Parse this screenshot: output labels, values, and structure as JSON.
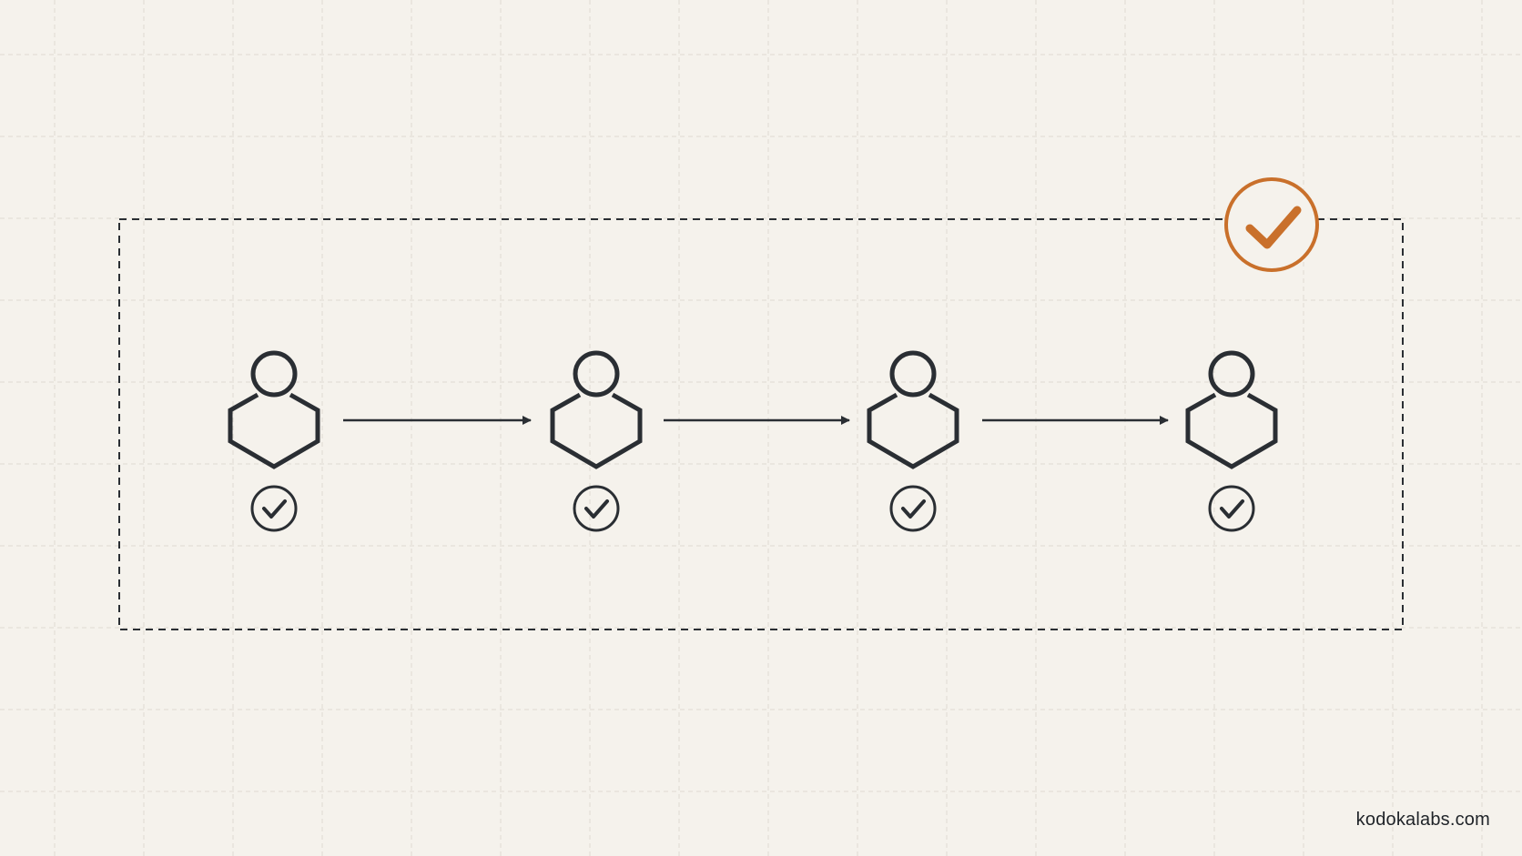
{
  "watermark": "kodokalabs.com",
  "colors": {
    "background": "#f5f2ec",
    "grid": "#dedad2",
    "ink": "#2a2e33",
    "accent": "#c9702b"
  },
  "diagram": {
    "container": {
      "style": "dashed"
    },
    "approval_badge": {
      "icon": "check-circle-icon",
      "color": "#c9702b"
    },
    "nodes": [
      {
        "icon": "person-hexagon-icon",
        "status_icon": "check-circle-icon"
      },
      {
        "icon": "person-hexagon-icon",
        "status_icon": "check-circle-icon"
      },
      {
        "icon": "person-hexagon-icon",
        "status_icon": "check-circle-icon"
      },
      {
        "icon": "person-hexagon-icon",
        "status_icon": "check-circle-icon"
      }
    ],
    "arrows": [
      {
        "from": 0,
        "to": 1
      },
      {
        "from": 1,
        "to": 2
      },
      {
        "from": 2,
        "to": 3
      }
    ]
  }
}
